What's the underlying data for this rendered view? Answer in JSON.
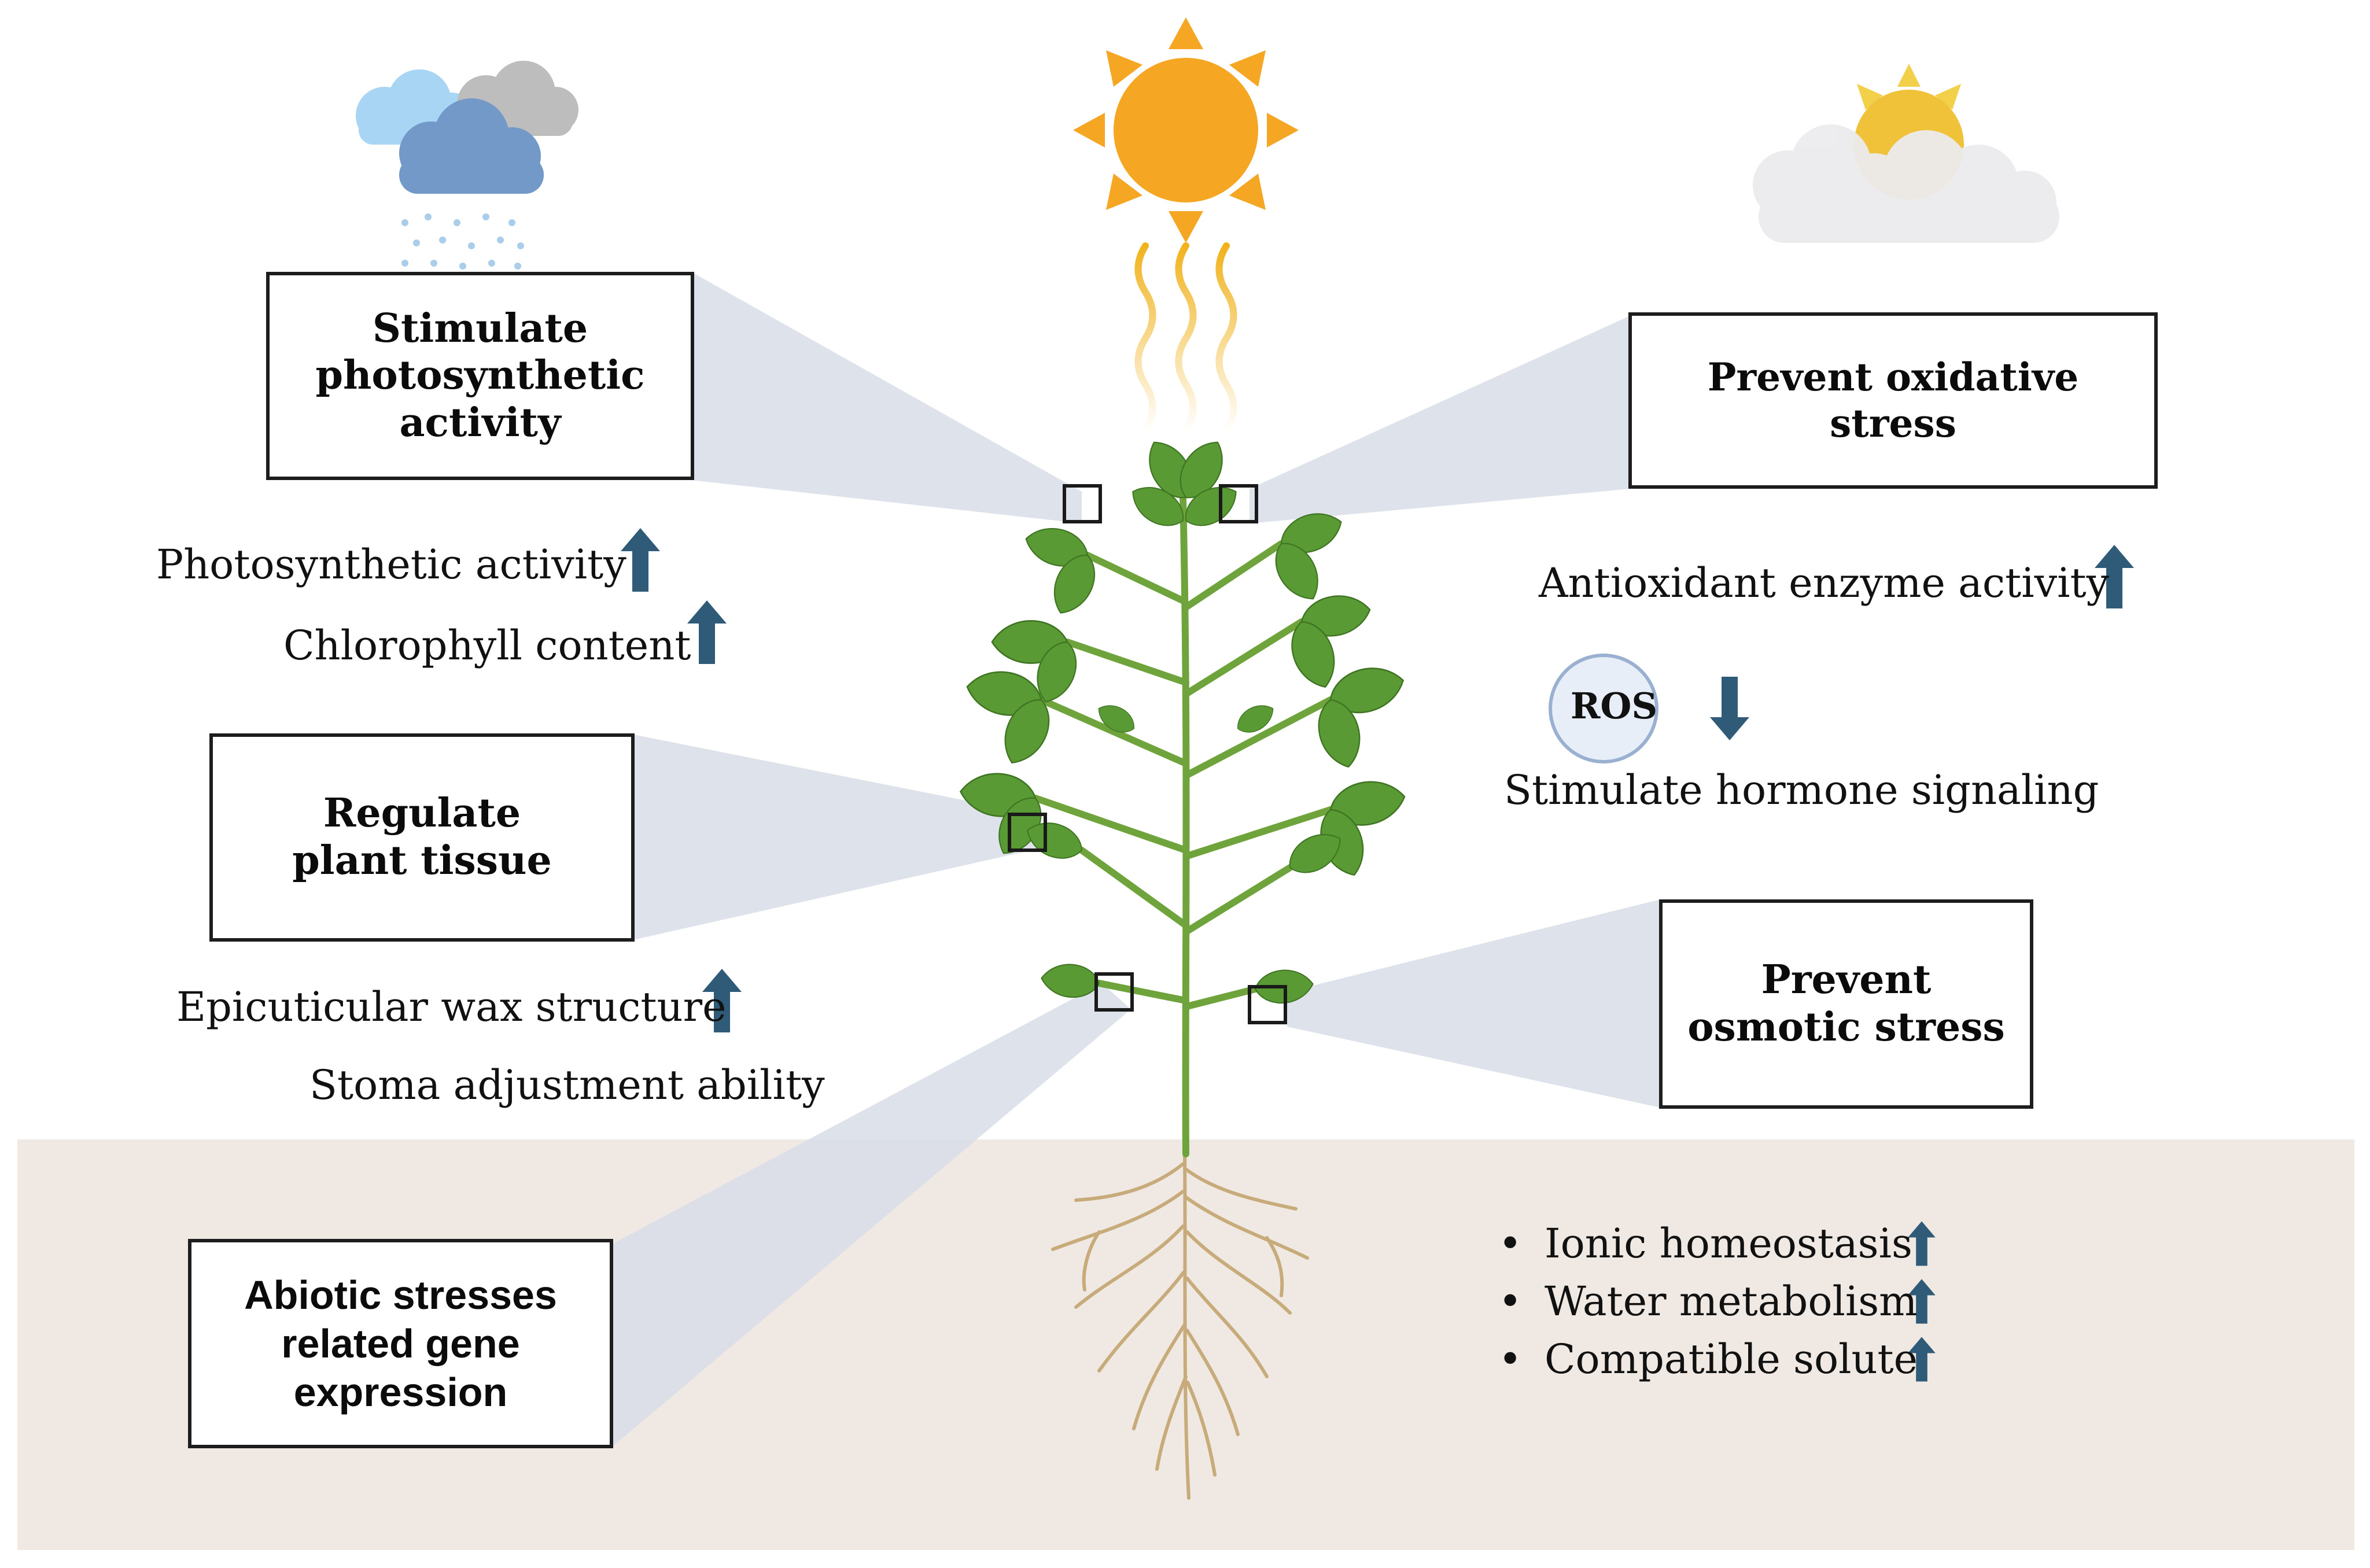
{
  "boxes": {
    "photosynthesis": "Stimulate photosynthetic activity",
    "plant_tissue": "Regulate plant tissue",
    "gene_expression": "Abiotic stresses related gene expression",
    "oxidative_stress": "Prevent oxidative stress",
    "osmotic_stress": "Prevent osmotic stress"
  },
  "effects": {
    "photosynthetic_activity": "Photosynthetic activity",
    "chlorophyll_content": "Chlorophyll content",
    "epicuticular_wax": "Epicuticular wax structure",
    "stoma_adjustment": "Stoma adjustment ability",
    "antioxidant_enzyme": "Antioxidant enzyme activity",
    "ros_label": "ROS",
    "hormone_signaling": "Stimulate hormone signaling"
  },
  "root_effects": [
    "Ionic homeostasis",
    "Water metabolism",
    "Compatible solute"
  ],
  "colors": {
    "arrow": "#2f5a78",
    "soil": "#efe8e3",
    "leaf": "#5a9a34",
    "sun": "#f5a623",
    "root": "#c8ab7a",
    "beam": "#d8dde8"
  }
}
